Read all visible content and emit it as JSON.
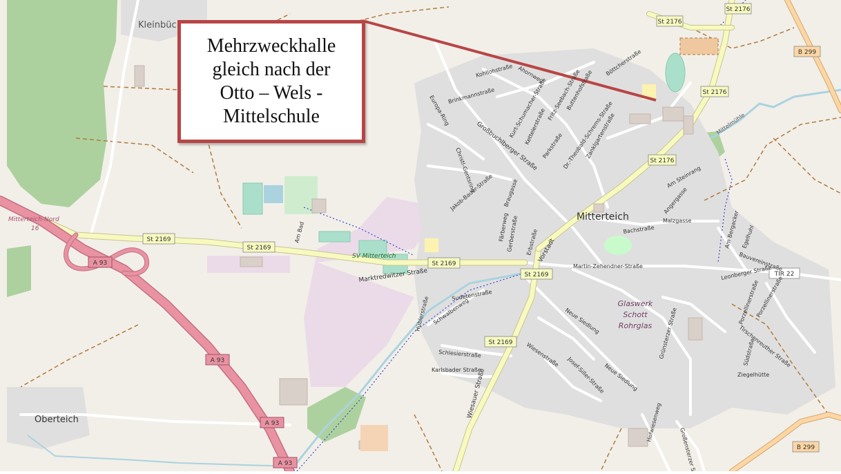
{
  "callout": {
    "lines": [
      "Mehrzweckhalle",
      "gleich nach der",
      "Otto – Wels -",
      "Mittelschule"
    ],
    "border_color": "#b84545"
  },
  "colors": {
    "land": "#f2efe9",
    "residential": "#e0dfdf",
    "industrial": "#ebdbe8",
    "forest": "#add19e",
    "motorway": "#e892a2",
    "primary": "#fcd6a4",
    "secondary": "#f7fabf",
    "water": "#aad3df",
    "pitch": "#aae0cb",
    "boundary": "#b07a3a"
  },
  "places": {
    "mitterteich": "Mitterteich",
    "oberteich": "Oberteich",
    "kleinbuc": "Kleinbüc",
    "glaswerk": [
      "Glaswerk",
      "Schott",
      "Rohrglas"
    ],
    "sv": "SV Mitterteich",
    "junction": [
      "Mitterteich-Nord",
      "16"
    ],
    "mittelmuehle": "Mittelmühle"
  },
  "shields": {
    "a93": "A 93",
    "st2169": "St 2169",
    "st2176": "St 2176",
    "b299": "B 299",
    "tir22": "TIR 22"
  },
  "streets": {
    "marktredwitzer": "Marktredwitzer Straße",
    "grossbuchlberger": "Großbuchlberger Straße",
    "wiesauer": "Wiesauer Straße",
    "vorstadt": "Vorstadt",
    "bachstrasse": "Bachstraße",
    "martin": "Martin-Zehendner-Straße",
    "leonberger": "Leonberger Straße",
    "tirschenreuther": "Tirschenreuther Straße",
    "neue_siedlung": "Neue Siedlung",
    "europa": "Europa-Ring",
    "kohlloh": "Kohllohstraße",
    "brinkmann": "Brinkmannstraße",
    "kurt": "Kurt-Schumacher-Straße",
    "kettelerstr": "Kettelerstraße",
    "fritz": "Fritz-Seebach-Straße",
    "buttenhof": "Buttenhofstraße",
    "bottcher": "Böttcherstraße",
    "parkstr": "Parkstraße",
    "theobald": "Dr.-Theobald-Schrems-Straße",
    "zankl": "Zanklgartenstraße",
    "jakob": "Jakob-Bauer-Straße",
    "braugasse": "Braugasse",
    "faerberweg": "Färberweg",
    "gerberstr": "Gerberstraße",
    "erbstr": "Erbstraße",
    "am_bad": "Am Bad",
    "sudeten": "Sudetenstraße",
    "hubler": "Hüblerstraße",
    "schwalbenweg": "Schwalbenweg",
    "schlesier": "Schlesierstraße",
    "karlsbader": "Karlsbader Straße",
    "wiesenstr": "Wiesenstraße",
    "josef": "Josef-Siller-Straße",
    "am_steinrang": "Am Steinrang",
    "angergasse": "Angergasse",
    "malzgasse": "Malzgasse",
    "egelhuhl": "Egelhuhl",
    "am_bergacker": "Am Bergacker",
    "bauvereinstrasse": "Bauvereinstraße",
    "porzellinerstr": "Porzellinerstraße",
    "suedstr": "Südstraße",
    "ziegelhuette": "Ziegelhütte",
    "grossensterzer": "Großensterzer Straße",
    "hofwiesenweg": "Hofwiesenweg",
    "gruenstraße": "Grünsterzer Straße",
    "chr": "Christl-Gentsring",
    "ahornweg": "Ahornweg"
  }
}
